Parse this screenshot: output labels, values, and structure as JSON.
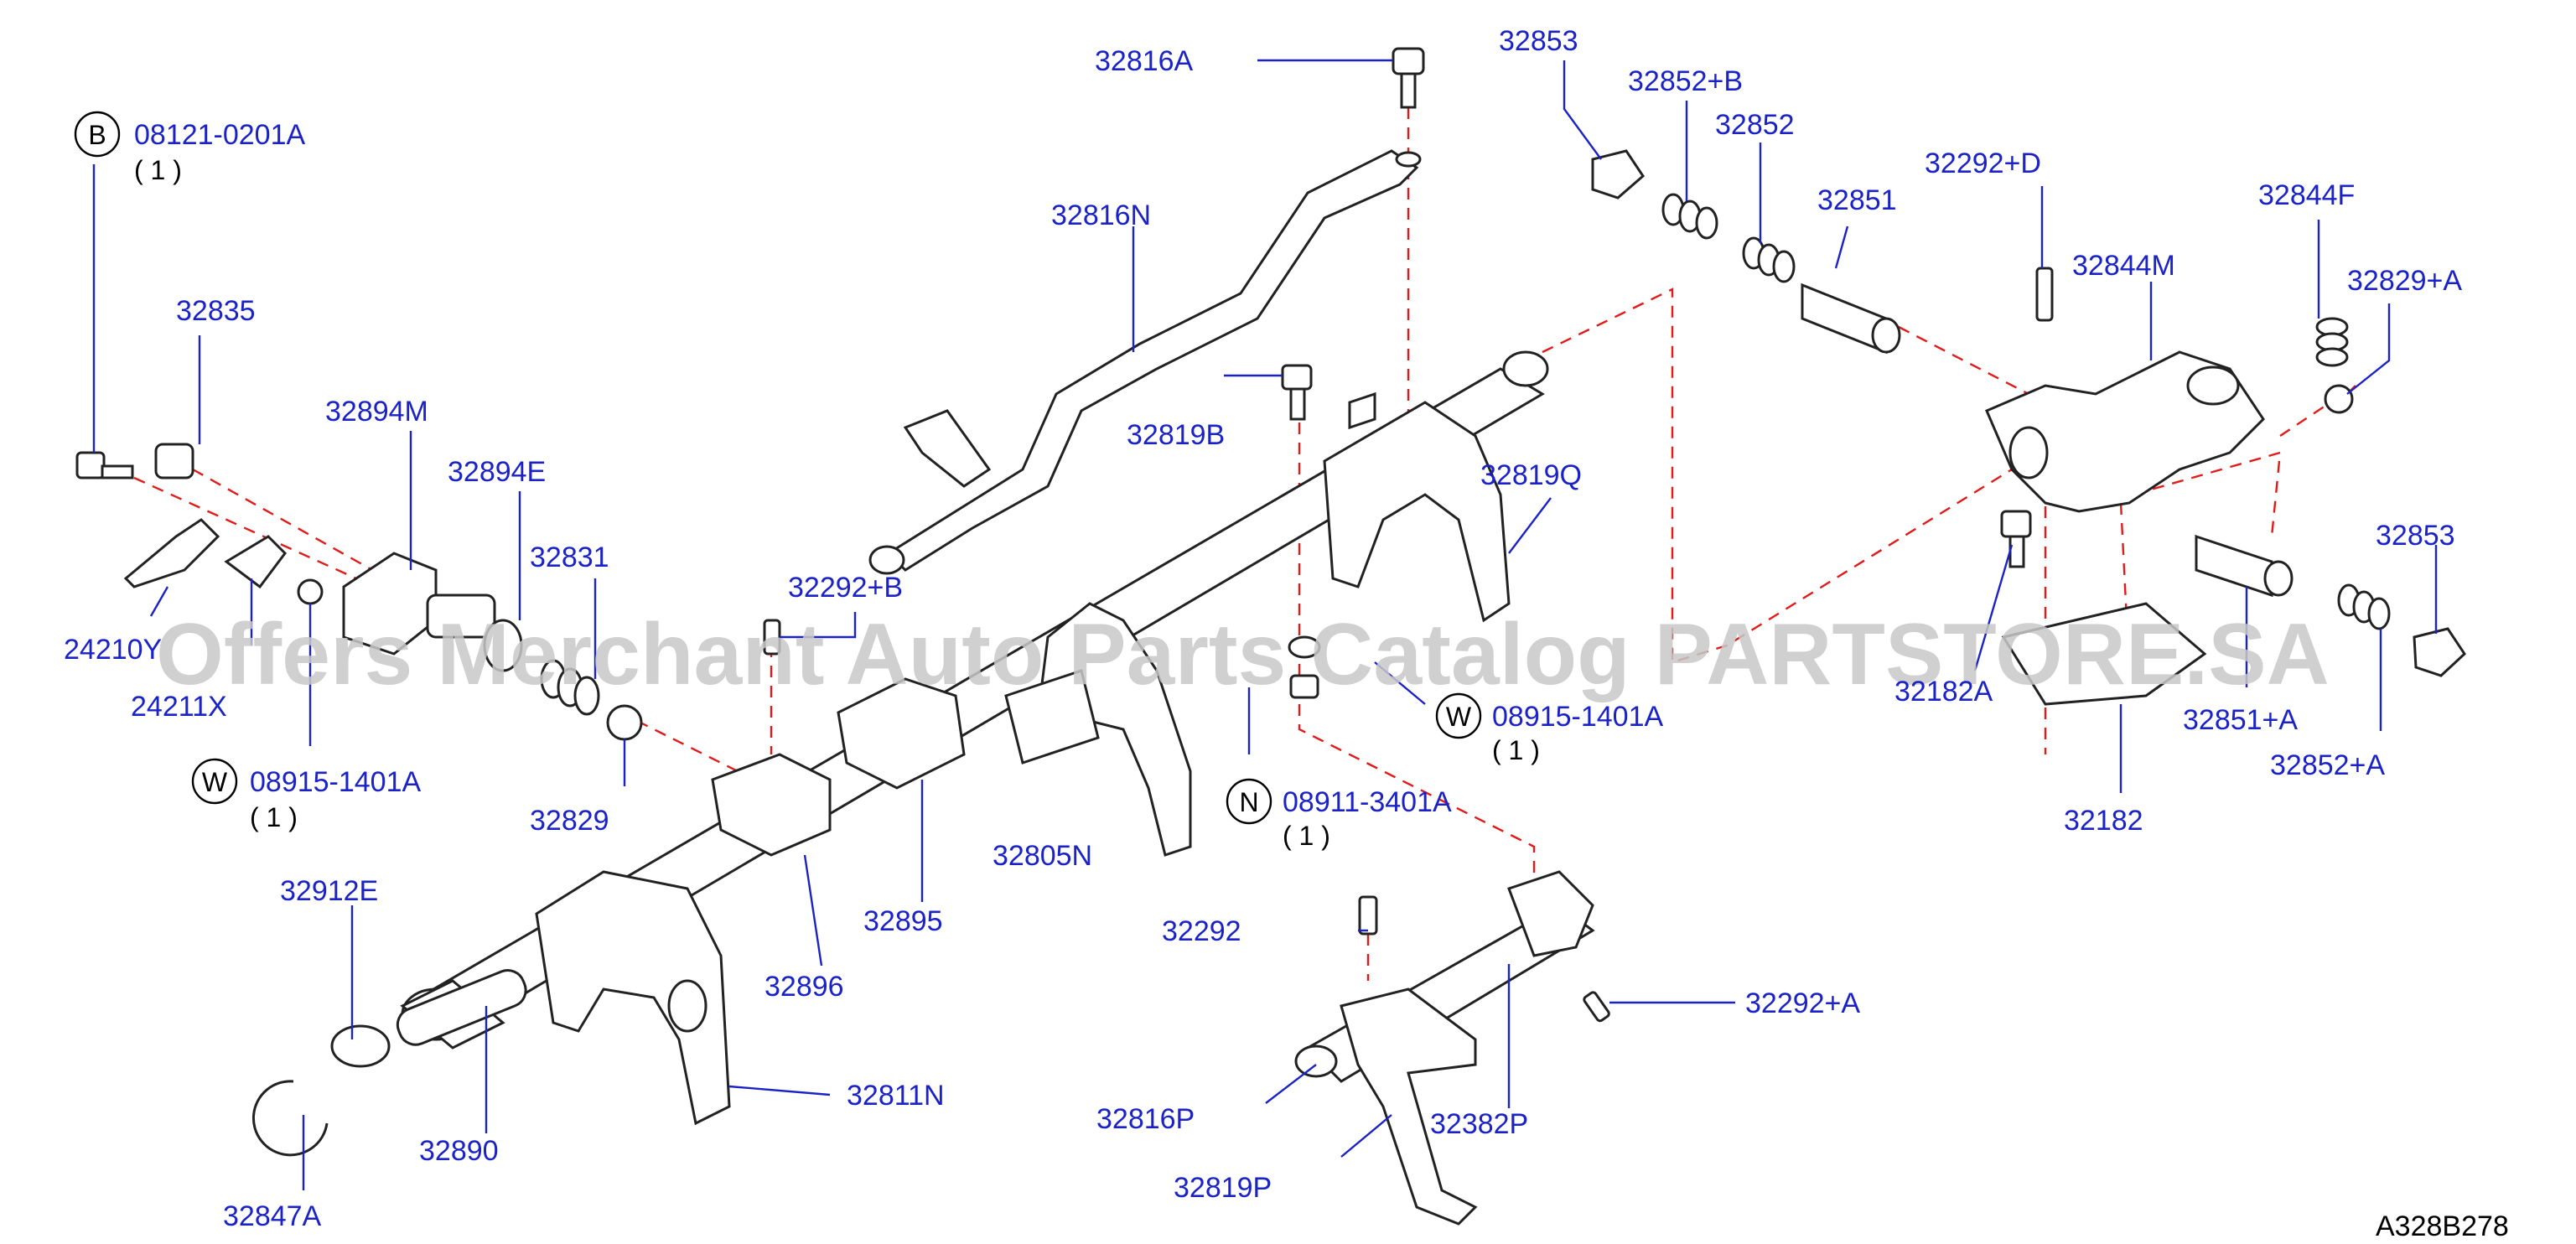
{
  "watermark": "Offers Merchant Auto Parts Catalog PARTSTORE.SA",
  "figure_id": "A328B278",
  "labels": {
    "l32816A": "32816A",
    "l08121": "08121-0201A",
    "l32816N": "32816N",
    "l32853a": "32853",
    "l32852B": "32852+B",
    "l32852": "32852",
    "l32851": "32851",
    "l32292D": "32292+D",
    "l32844F": "32844F",
    "l32844M": "32844M",
    "l32829A": "32829+A",
    "l32835": "32835",
    "l32894M": "32894M",
    "l32894E": "32894E",
    "l32819B": "32819B",
    "l32819Q": "32819Q",
    "l32831": "32831",
    "l32292B": "32292+B",
    "l24210": "24210Y",
    "l24211X": "24211X",
    "l08915a": "08915-1401A",
    "l08915b": "08915-1401A",
    "l32829": "32829",
    "l32182A": "32182A",
    "l32853b": "32853",
    "l32851A": "32851+A",
    "l32852A": "32852+A",
    "l32182": "32182",
    "l08911": "08911-3401A",
    "l32912E": "32912E",
    "l32895": "32895",
    "l32805N": "32805N",
    "l32896": "32896",
    "l32292": "32292",
    "l32292A": "32292+A",
    "l32811N": "32811N",
    "l32816P": "32816P",
    "l32382P": "32382P",
    "l32890": "32890",
    "l32819P": "32819P",
    "l32847A": "32847A"
  },
  "codes": {
    "B": "B",
    "W1": "W",
    "W2": "W",
    "N": "N"
  },
  "quantities": {
    "q08121": "( 1 )",
    "q08915a": "( 1 )",
    "q08915b": "( 1 )",
    "q08911": "( 1 )"
  },
  "colors": {
    "label": "#1a22c8",
    "dashed_guide": "#e21a1a",
    "watermark": "#c8c8c8"
  }
}
